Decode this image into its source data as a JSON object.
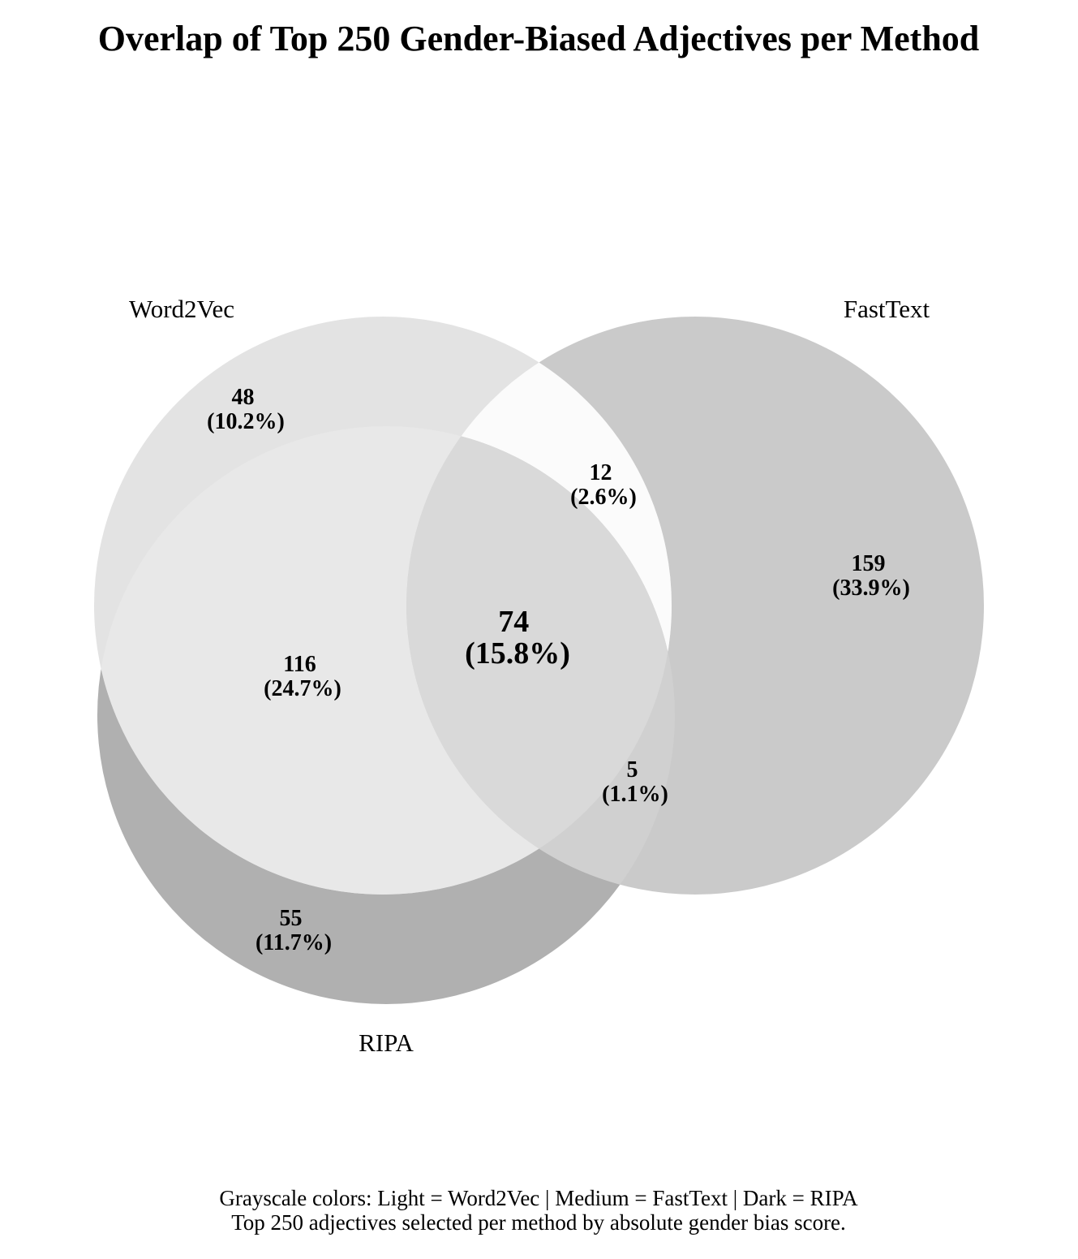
{
  "chart_data": {
    "type": "venn",
    "title": "Overlap of Top 250 Gender-Biased Adjectives per Method",
    "sets": [
      {
        "name": "Word2Vec",
        "size": 250,
        "color": "#e3e3e3"
      },
      {
        "name": "FastText",
        "size": 250,
        "color": "#cacaca"
      },
      {
        "name": "RIPA",
        "size": 250,
        "color": "#b0b0b0"
      }
    ],
    "regions": [
      {
        "sets": [
          "Word2Vec"
        ],
        "count": 48,
        "percent": "10.2%"
      },
      {
        "sets": [
          "FastText"
        ],
        "count": 159,
        "percent": "33.9%"
      },
      {
        "sets": [
          "RIPA"
        ],
        "count": 55,
        "percent": "11.7%"
      },
      {
        "sets": [
          "Word2Vec",
          "FastText"
        ],
        "count": 12,
        "percent": "2.6%"
      },
      {
        "sets": [
          "Word2Vec",
          "RIPA"
        ],
        "count": 116,
        "percent": "24.7%"
      },
      {
        "sets": [
          "FastText",
          "RIPA"
        ],
        "count": 5,
        "percent": "1.1%"
      },
      {
        "sets": [
          "Word2Vec",
          "FastText",
          "RIPA"
        ],
        "count": 74,
        "percent": "15.8%"
      }
    ],
    "region_colors": {
      "word2vec_fasttext": "#fbfbfb",
      "word2vec_ripa": "#e8e8e8",
      "fasttext_ripa": "#d0d0d0",
      "all_three": "#d9d9d9"
    },
    "caption": [
      "Grayscale colors: Light = Word2Vec | Medium = FastText | Dark = RIPA",
      "Top 250 adjectives selected per method by absolute gender bias score."
    ]
  }
}
